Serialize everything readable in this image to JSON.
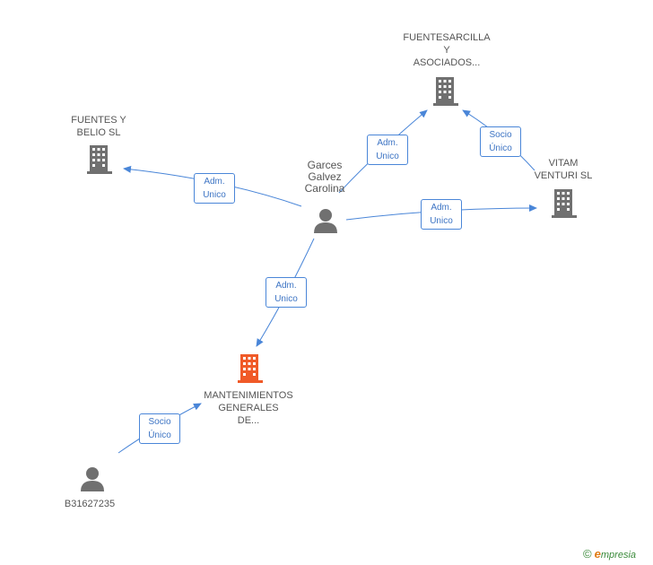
{
  "nodes": {
    "fuentesarcilla": {
      "label_lines": [
        "FUENTESARCILLA",
        "Y",
        "ASOCIADOS..."
      ],
      "kind": "company",
      "color": "#707070"
    },
    "fuentes_belio": {
      "label_lines": [
        "FUENTES Y",
        "BELIO SL"
      ],
      "kind": "company",
      "color": "#707070"
    },
    "vitam": {
      "label_lines": [
        "VITAM",
        "VENTURI SL"
      ],
      "kind": "company",
      "color": "#707070"
    },
    "mantenimientos": {
      "label_lines": [
        "MANTENIMIENTOS",
        "GENERALES",
        "DE..."
      ],
      "kind": "company",
      "color": "#f05a28"
    },
    "garces": {
      "label_lines": [
        "Garces",
        "Galvez",
        "Carolina"
      ],
      "kind": "person",
      "color": "#707070"
    },
    "b31627235": {
      "label_lines": [
        "B31627235"
      ],
      "kind": "person",
      "color": "#707070"
    }
  },
  "edges": {
    "garces_fuentes_belio": {
      "lines": [
        "Adm.",
        "Unico"
      ]
    },
    "garces_fuentesarcilla": {
      "lines": [
        "Adm.",
        "Unico"
      ]
    },
    "vitam_fuentesarcilla": {
      "lines": [
        "Socio",
        "Único"
      ]
    },
    "garces_vitam": {
      "lines": [
        "Adm.",
        "Unico"
      ]
    },
    "garces_mantenimientos": {
      "lines": [
        "Adm.",
        "Unico"
      ]
    },
    "b316_mantenimientos": {
      "lines": [
        "Socio",
        "Único"
      ]
    }
  },
  "colors": {
    "edge": "#4a86d8",
    "node_gray": "#707070",
    "node_highlight": "#f05a28"
  },
  "brand": {
    "copyright": "©",
    "initial": "e",
    "rest": "mpresia"
  }
}
